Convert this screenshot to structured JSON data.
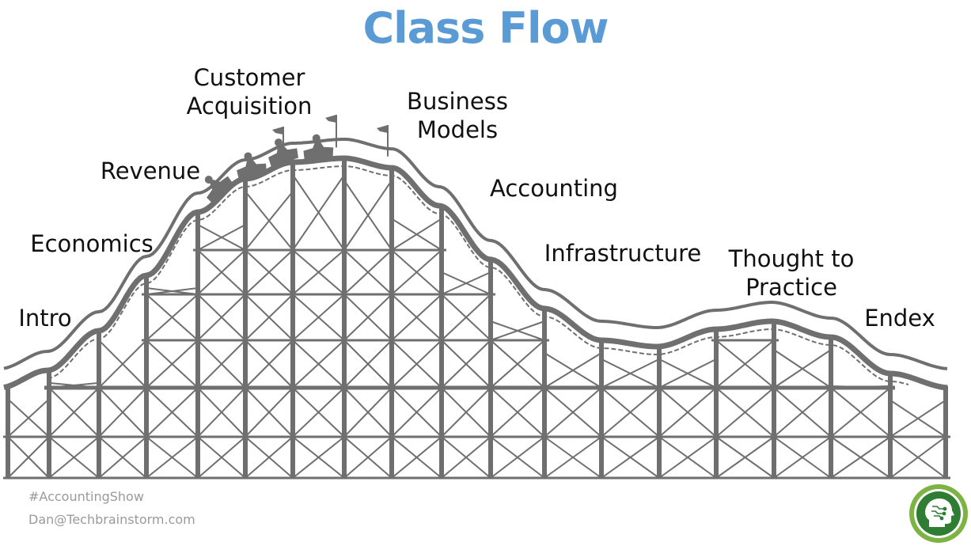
{
  "slide": {
    "title": "Class Flow"
  },
  "stages": [
    {
      "label_lines": [
        "Intro"
      ]
    },
    {
      "label_lines": [
        "Economics"
      ]
    },
    {
      "label_lines": [
        "Revenue"
      ]
    },
    {
      "label_lines": [
        "Customer",
        "Acquisition"
      ]
    },
    {
      "label_lines": [
        "Business",
        "Models"
      ]
    },
    {
      "label_lines": [
        "Accounting"
      ]
    },
    {
      "label_lines": [
        "Infrastructure"
      ]
    },
    {
      "label_lines": [
        "Thought to",
        "Practice"
      ]
    },
    {
      "label_lines": [
        "Endex"
      ]
    }
  ],
  "footer": {
    "hashtag": "#AccountingShow",
    "email": "Dan@Techbrainstorm.com"
  },
  "colors": {
    "title": "#5b9bd5",
    "coaster": "#6f6f6f",
    "badge_ring": "#7cb342",
    "badge_inner": "#2e7d32",
    "footer_text": "#9a9a9a"
  },
  "icons": {
    "badge": "brain-head-icon"
  }
}
